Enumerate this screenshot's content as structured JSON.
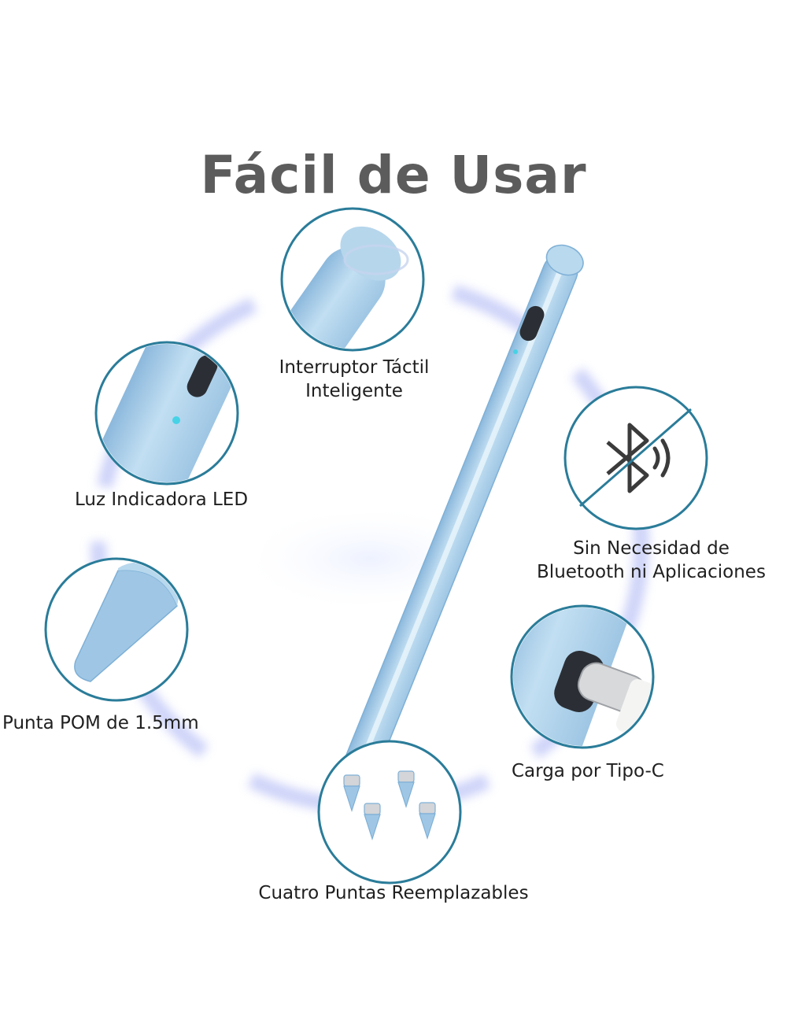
{
  "title": "Fácil de Usar",
  "features": {
    "touch_switch": {
      "line1": "Interruptor Táctil",
      "line2": "Inteligente"
    },
    "led": {
      "label": "Luz Indicadora LED"
    },
    "bluetooth": {
      "line1": "Sin Necesidad de",
      "line2": "Bluetooth ni Aplicaciones"
    },
    "tip": {
      "label": "Punta POM de 1.5mm"
    },
    "charging": {
      "label": "Carga por Tipo-C"
    },
    "replacement_tips": {
      "label": "Cuatro Puntas Reemplazables"
    }
  },
  "colors": {
    "pen_body": "#a9cde8",
    "circle_stroke": "#2a7c99",
    "glow": "#b4bdf5",
    "title": "#5c5c5c"
  },
  "icons": [
    "bluetooth-icon",
    "sound-waves-icon",
    "usb-c-connector-icon",
    "led-dot-icon"
  ]
}
